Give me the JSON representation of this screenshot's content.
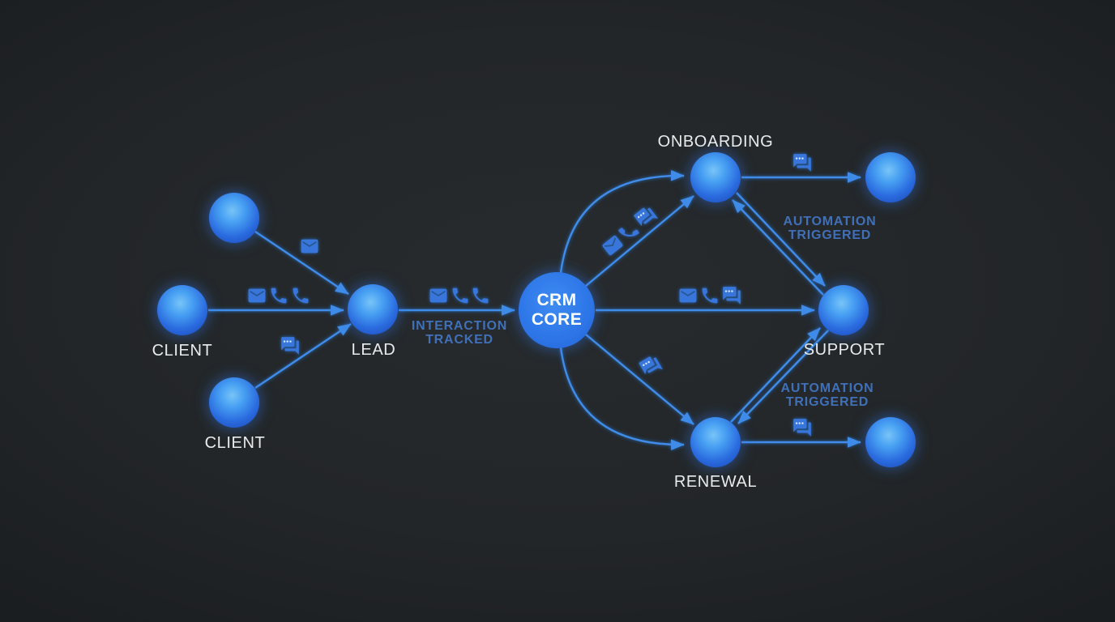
{
  "colors": {
    "background": "#232628",
    "node_highlight": "#79c4f8",
    "node_base": "#2b6ce0",
    "core_fill": "#2e78e9",
    "edge_line": "#3f8ce8",
    "icon_blue": "#3876dc",
    "edge_label_text": "#4070b8",
    "node_label_text": "#e9ebec"
  },
  "labels": {
    "client_left": "CLIENT",
    "client_bottom": "CLIENT",
    "lead": "LEAD",
    "crm_line1": "CRM",
    "crm_line2": "CORE",
    "onboarding": "ONBOARDING",
    "support": "SUPPORT",
    "renewal": "RENEWAL",
    "interaction": {
      "line1": "INTERACTION",
      "line2": "TRACKED"
    },
    "automation_top": {
      "line1": "AUTOMATION",
      "line2": "TRIGGERED"
    },
    "automation_bottom": {
      "line1": "AUTOMATION",
      "line2": "TRIGGERED"
    }
  },
  "icons": {
    "mail": "envelope",
    "phone": "phone-handset",
    "chat": "chat-bubbles-with-dots"
  },
  "graph": {
    "nodes": [
      "client-top",
      "client-left",
      "client-bottom",
      "lead",
      "crm-core",
      "onboarding",
      "support",
      "renewal",
      "endpoint-top",
      "endpoint-bottom"
    ],
    "edges": [
      {
        "from": "client-top",
        "to": "lead",
        "icons": [
          "mail"
        ]
      },
      {
        "from": "client-left",
        "to": "lead",
        "icons": [
          "mail",
          "phone",
          "phone"
        ]
      },
      {
        "from": "client-bottom",
        "to": "lead",
        "icons": [
          "chat"
        ]
      },
      {
        "from": "lead",
        "to": "crm-core",
        "icons": [
          "mail",
          "phone",
          "phone"
        ],
        "label": "INTERACTION TRACKED"
      },
      {
        "from": "crm-core",
        "to": "onboarding",
        "style": "arc"
      },
      {
        "from": "crm-core",
        "to": "onboarding",
        "icons": [
          "mail",
          "phone",
          "chat"
        ]
      },
      {
        "from": "crm-core",
        "to": "support",
        "icons": [
          "mail",
          "phone",
          "chat"
        ]
      },
      {
        "from": "crm-core",
        "to": "renewal",
        "icons": [
          "chat"
        ]
      },
      {
        "from": "crm-core",
        "to": "renewal",
        "style": "arc"
      },
      {
        "from": "onboarding",
        "to": "endpoint-top",
        "icons": [
          "chat"
        ]
      },
      {
        "from": "support",
        "to": "onboarding",
        "label": "AUTOMATION TRIGGERED"
      },
      {
        "from": "onboarding",
        "to": "support"
      },
      {
        "from": "support",
        "to": "renewal"
      },
      {
        "from": "renewal",
        "to": "support",
        "label": "AUTOMATION TRIGGERED"
      },
      {
        "from": "renewal",
        "to": "endpoint-bottom",
        "icons": [
          "chat"
        ]
      }
    ]
  }
}
